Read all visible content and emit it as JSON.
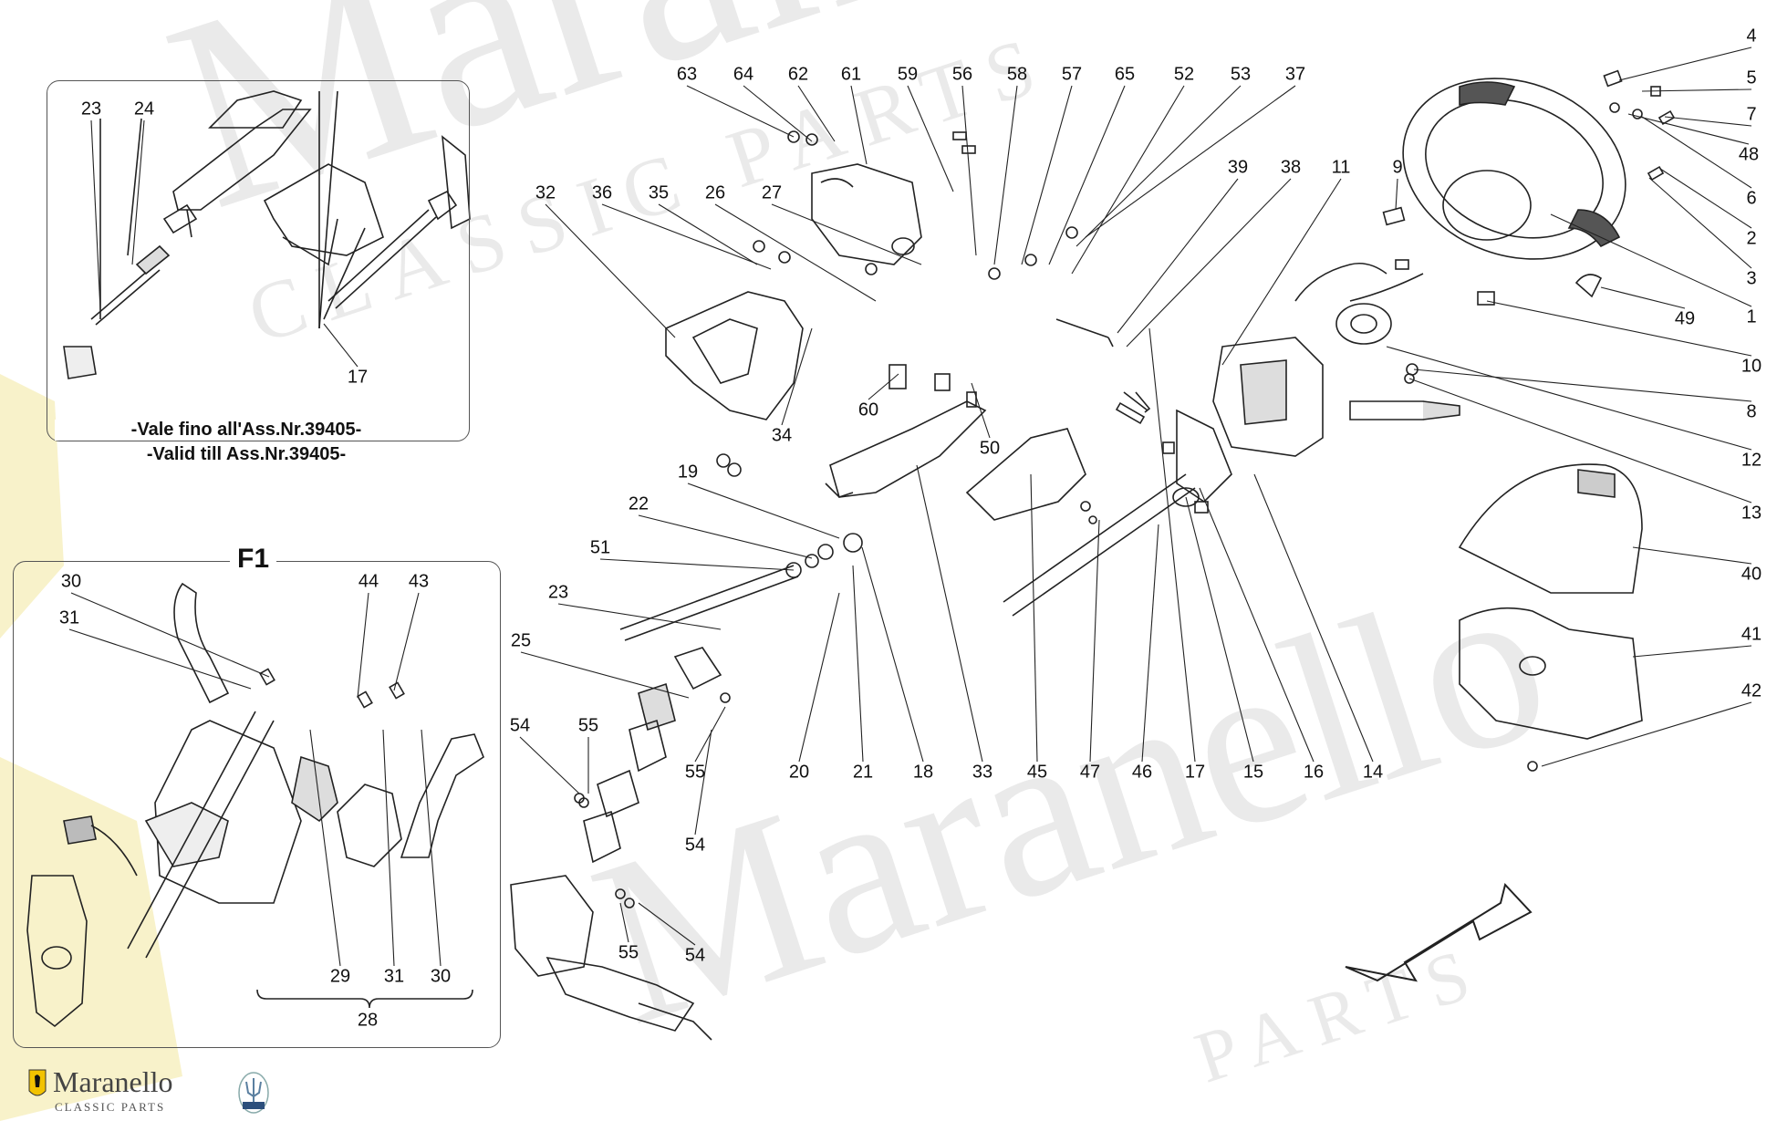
{
  "brand": {
    "name": "Maranello",
    "sub": "CLASSIC PARTS",
    "watermark_main": "Maranello",
    "watermark_sub": "CLASSIC PARTS",
    "watermark_parts": "PARTS"
  },
  "inset_top": {
    "note_line1": "-Vale fino all'Ass.Nr.39405-",
    "note_line2": "-Valid till Ass.Nr.39405-"
  },
  "inset_f1": {
    "label": "F1"
  },
  "callouts": [
    {
      "id": "23"
    },
    {
      "id": "24"
    },
    {
      "id": "17"
    },
    {
      "id": "30"
    },
    {
      "id": "31"
    },
    {
      "id": "44"
    },
    {
      "id": "43"
    },
    {
      "id": "29"
    },
    {
      "id": "31"
    },
    {
      "id": "30"
    },
    {
      "id": "28"
    },
    {
      "id": "63"
    },
    {
      "id": "64"
    },
    {
      "id": "62"
    },
    {
      "id": "61"
    },
    {
      "id": "59"
    },
    {
      "id": "56"
    },
    {
      "id": "58"
    },
    {
      "id": "57"
    },
    {
      "id": "65"
    },
    {
      "id": "52"
    },
    {
      "id": "53"
    },
    {
      "id": "37"
    },
    {
      "id": "32"
    },
    {
      "id": "36"
    },
    {
      "id": "35"
    },
    {
      "id": "26"
    },
    {
      "id": "27"
    },
    {
      "id": "39"
    },
    {
      "id": "38"
    },
    {
      "id": "11"
    },
    {
      "id": "9"
    },
    {
      "id": "34"
    },
    {
      "id": "60"
    },
    {
      "id": "50"
    },
    {
      "id": "19"
    },
    {
      "id": "22"
    },
    {
      "id": "51"
    },
    {
      "id": "23"
    },
    {
      "id": "25"
    },
    {
      "id": "54"
    },
    {
      "id": "55"
    },
    {
      "id": "55"
    },
    {
      "id": "54"
    },
    {
      "id": "55"
    },
    {
      "id": "54"
    },
    {
      "id": "20"
    },
    {
      "id": "21"
    },
    {
      "id": "18"
    },
    {
      "id": "33"
    },
    {
      "id": "45"
    },
    {
      "id": "47"
    },
    {
      "id": "46"
    },
    {
      "id": "17"
    },
    {
      "id": "15"
    },
    {
      "id": "16"
    },
    {
      "id": "14"
    },
    {
      "id": "4"
    },
    {
      "id": "5"
    },
    {
      "id": "7"
    },
    {
      "id": "48"
    },
    {
      "id": "6"
    },
    {
      "id": "2"
    },
    {
      "id": "3"
    },
    {
      "id": "1"
    },
    {
      "id": "49"
    },
    {
      "id": "10"
    },
    {
      "id": "8"
    },
    {
      "id": "12"
    },
    {
      "id": "13"
    },
    {
      "id": "40"
    },
    {
      "id": "41"
    },
    {
      "id": "42"
    }
  ]
}
